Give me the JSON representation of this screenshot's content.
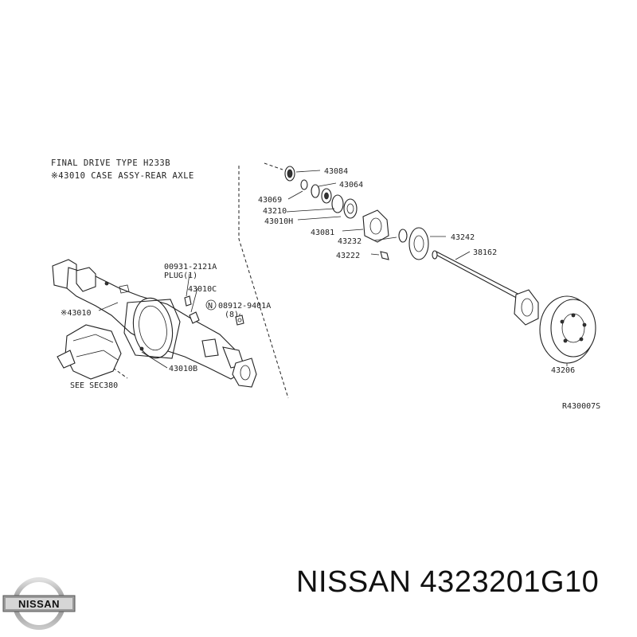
{
  "header": {
    "line1": "FINAL DRIVE TYPE H233B",
    "line2": "※43010 CASE ASSY-REAR AXLE"
  },
  "labels": {
    "p43084": "43084",
    "p43064": "43064",
    "p43069": "43069",
    "p43210": "43210",
    "p43010h": "43010H",
    "p43081": "43081",
    "p43232": "43232",
    "p43242": "43242",
    "p43222": "43222",
    "p38162": "38162",
    "p43206": "43206",
    "p00931": "00931-2121A",
    "plug": "PLUG(1)",
    "p43010c": "43010C",
    "p08912": "08912-9401A",
    "qty8": "(8)",
    "p43010": "※43010",
    "p43010b": "43010B",
    "seesec": "SEE SEC380",
    "ref": "R430007S"
  },
  "footer": {
    "brand": "NISSAN",
    "part_number": "4323201G10",
    "logo_text": "NISSAN"
  }
}
